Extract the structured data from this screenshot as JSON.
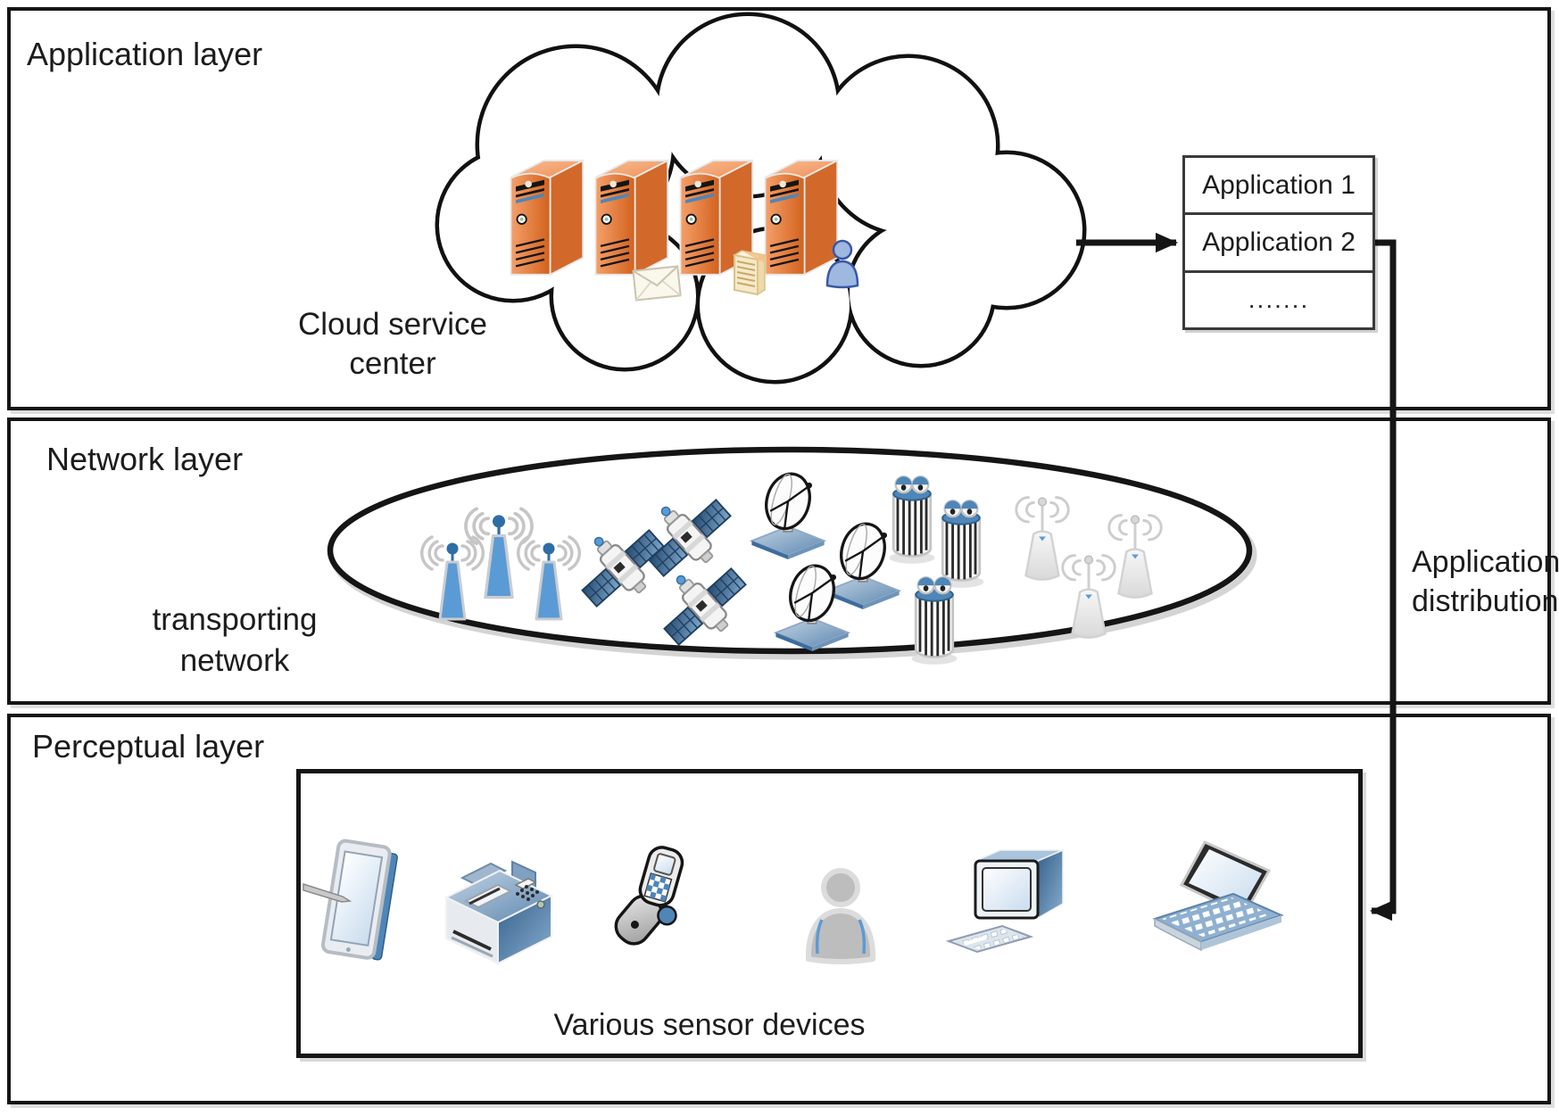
{
  "layers": {
    "application": {
      "title": "Application layer"
    },
    "network": {
      "title": "Network layer",
      "ellipse_label_line1": "transporting",
      "ellipse_label_line2": "network"
    },
    "perceptual": {
      "title": "Perceptual layer",
      "device_box_caption": "Various sensor devices"
    }
  },
  "cloud": {
    "label_line1": "Cloud service",
    "label_line2": "center",
    "server_count": 4
  },
  "application_box": {
    "items": [
      "Application 1",
      "Application 2",
      "......."
    ]
  },
  "distribution_arrow": {
    "label_line1": "Application",
    "label_line2": "distribution"
  },
  "icons": {
    "cloud_servers": [
      "server-tower",
      "server-tower-mail",
      "server-tower-document",
      "server-tower-user"
    ],
    "network_devices": [
      "radio-antenna",
      "radio-antenna",
      "radio-antenna",
      "satellite",
      "satellite",
      "satellite",
      "radar-dish",
      "radar-dish",
      "radar-dish",
      "striped-tower",
      "striped-tower",
      "striped-tower",
      "base-station",
      "base-station",
      "base-station"
    ],
    "sensor_devices": [
      "pda-with-stylus",
      "printer-fax",
      "flip-phone",
      "person",
      "desktop-computer",
      "laptop"
    ]
  },
  "colors": {
    "server_orange": "#E0722E",
    "device_blue": "#4E86B8",
    "antenna_blue": "#5B9BD5",
    "outline_black": "#151515",
    "person_gray": "#BDBDBD"
  }
}
